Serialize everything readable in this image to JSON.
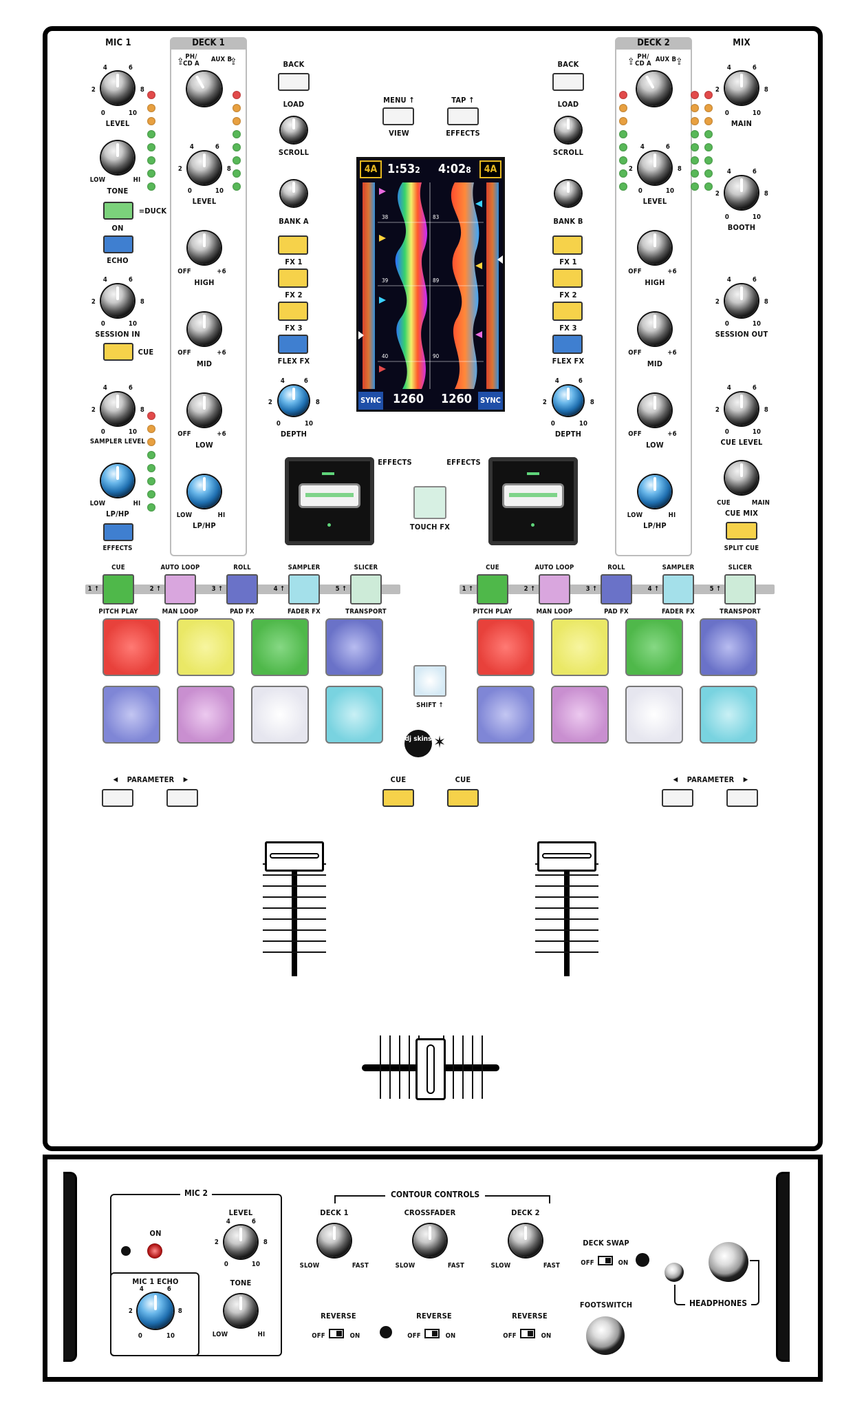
{
  "sections": {
    "mic1": "MIC 1",
    "deck1": "DECK 1",
    "deck2": "DECK 2",
    "mix": "MIX",
    "mic2": "MIC 2",
    "contour": "CONTOUR CONTROLS"
  },
  "mic1": {
    "level": "LEVEL",
    "tone": "TONE",
    "tone_low": "LOW",
    "tone_hi": "HI",
    "duck": "=DUCK",
    "on": "ON",
    "echo": "ECHO",
    "session_in": "SESSION IN",
    "cue": "CUE",
    "sampler_level": "SAMPLER LEVEL",
    "lphp": "LP/HP",
    "lphp_low": "LOW",
    "lphp_hi": "HI",
    "effects": "EFFECTS"
  },
  "scale": {
    "s0": "0",
    "s2": "2",
    "s4": "4",
    "s6": "6",
    "s8": "8",
    "s10": "10",
    "off": "OFF",
    "plus6": "+6",
    "low": "LOW",
    "hi": "HI"
  },
  "deck": {
    "input_a": "PH/ CD A",
    "input_b": "AUX B",
    "level": "LEVEL",
    "high": "HIGH",
    "mid": "MID",
    "low": "LOW",
    "lphp": "LP/HP"
  },
  "nav": {
    "back": "BACK",
    "load": "LOAD",
    "scroll": "SCROLL",
    "bank_a": "BANK A",
    "bank_b": "BANK B",
    "fx1": "FX 1",
    "fx2": "FX 2",
    "fx3": "FX 3",
    "flex_fx": "FLEX FX",
    "depth": "DEPTH",
    "menu": "MENU ↑",
    "view": "VIEW",
    "tap": "TAP ↑",
    "effects": "EFFECTS"
  },
  "screen": {
    "key_left": "4A",
    "key_right": "4A",
    "time_left": "1:53",
    "time_left_sub": "2",
    "time_right": "4:02",
    "time_right_sub": "8",
    "sync": "SYNC",
    "bpm_left": "1260",
    "bpm_right": "1260",
    "beat_38": "38",
    "beat_83": "83",
    "beat_39": "39",
    "beat_89": "89",
    "beat_40": "40",
    "beat_90": "90"
  },
  "center": {
    "effects_left": "EFFECTS",
    "effects_right": "EFFECTS",
    "touch_fx": "TOUCH FX",
    "shift": "SHIFT ↑",
    "logo": "dj skins"
  },
  "modes": {
    "cue": "CUE",
    "auto_loop": "AUTO LOOP",
    "roll": "ROLL",
    "sampler": "SAMPLER",
    "slicer": "SLICER",
    "pitch_play": "PITCH PLAY",
    "man_loop": "MAN LOOP",
    "pad_fx": "PAD FX",
    "fader_fx": "FADER FX",
    "transport": "TRANSPORT",
    "n1": "1 ↑",
    "n2": "2 ↑",
    "n3": "3 ↑",
    "n4": "4 ↑",
    "n5": "5 ↑"
  },
  "parameter": {
    "label": "PARAMETER",
    "left": "◀",
    "right": "▶"
  },
  "cue_center": {
    "left": "CUE",
    "right": "CUE"
  },
  "mix": {
    "main": "MAIN",
    "booth": "BOOTH",
    "session_out": "SESSION OUT",
    "cue_level": "CUE LEVEL",
    "cue_mix": "CUE MIX",
    "cue": "CUE",
    "main_short": "MAIN",
    "split_cue": "SPLIT CUE"
  },
  "rear": {
    "mic2_on": "ON",
    "mic2_level": "LEVEL",
    "mic2_tone": "TONE",
    "mic1_echo": "MIC 1 ECHO",
    "deck1": "DECK 1",
    "crossfader": "CROSSFADER",
    "deck2": "DECK 2",
    "slow": "SLOW",
    "fast": "FAST",
    "reverse": "REVERSE",
    "off": "OFF",
    "on": "ON",
    "deck_swap": "DECK SWAP",
    "footswitch": "FOOTSWITCH",
    "headphones": "HEADPHONES",
    "low": "LOW",
    "hi": "HI"
  },
  "colors": {
    "pad_red": "#e8413b",
    "pad_yellow": "#eae866",
    "pad_green": "#4fb84a",
    "pad_blue": "#6a72c8",
    "pad_violet": "#7f86d6",
    "pad_pink": "#c98fd0",
    "pad_white": "#eeeef4",
    "pad_cyan": "#79d3e0",
    "fx_yellow": "#f6d24a",
    "btn_blue": "#3f7fd0",
    "btn_green": "#7bd27b"
  }
}
